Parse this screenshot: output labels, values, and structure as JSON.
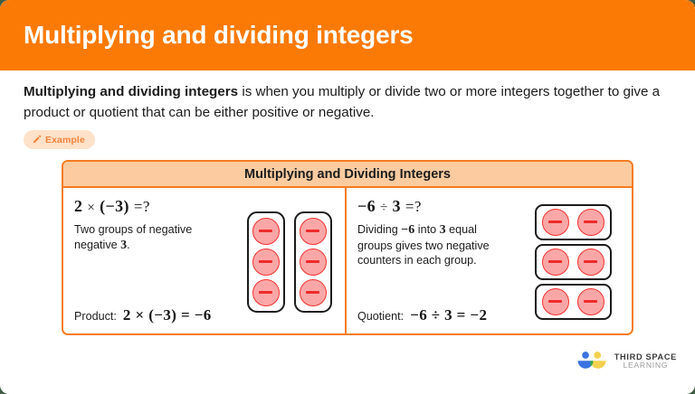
{
  "header": {
    "title": "Multiplying and dividing integers",
    "bg_color": "#fb7a05",
    "text_color": "#ffffff"
  },
  "intro": {
    "bold_lead": "Multiplying and dividing integers",
    "rest": " is when you multiply or divide two or more integers together to give a product or quotient that can be either positive or negative."
  },
  "example_badge": {
    "label": "Example",
    "icon": "pencil-icon",
    "bg_color": "#ffe2c9",
    "text_color": "#f5833a"
  },
  "example_box": {
    "title": "Multiplying and Dividing Integers",
    "border_color": "#f57c20",
    "header_bg": "#fccba0",
    "panels": [
      {
        "id": "multiplication",
        "equation": "2 × (−3) =?",
        "equation_parts": {
          "a": "2",
          "operator": "×",
          "b": "(−3)",
          "equals": "=?"
        },
        "description": "Two groups of negative negative 3 .",
        "description_parts": {
          "line1": "Two groups of negative",
          "line2_pre": "negative ",
          "line2_num": "3",
          "line2_post": "."
        },
        "result_label": "Product:",
        "result_equation": "2 × (−3) = −6",
        "counters": {
          "layout": "two-vertical-groups",
          "groups": 2,
          "per_group": 3,
          "sign": "negative",
          "total": 6,
          "counter_fill": "#fba7a7",
          "counter_border": "#f3312f",
          "counter_symbol": "minus"
        }
      },
      {
        "id": "division",
        "equation": "−6 ÷ 3 =?",
        "equation_parts": {
          "a": "−6",
          "operator": "÷",
          "b": "3",
          "equals": "=?"
        },
        "description": "Dividing −6 into 3 equal groups gives two negative counters in each group.",
        "description_parts": {
          "line1_pre": "Dividing ",
          "line1_num1": "−6",
          "line1_mid": " into ",
          "line1_num2": "3",
          "line1_post": " equal",
          "line2": "groups gives two negative",
          "line3": "counters in each group."
        },
        "result_label": "Quotient:",
        "result_equation": "−6 ÷ 3 = −2",
        "counters": {
          "layout": "three-horizontal-groups",
          "groups": 3,
          "per_group": 2,
          "sign": "negative",
          "total": 6,
          "counter_fill": "#fba7a7",
          "counter_border": "#f3312f",
          "counter_symbol": "minus"
        }
      }
    ]
  },
  "logo": {
    "name": "third-space-learning-logo",
    "line1": "THIRD SPACE",
    "line2": "LEARNING",
    "colors": {
      "blue": "#3a73e0",
      "yellow": "#f3d14f",
      "green": "#34a853"
    }
  }
}
